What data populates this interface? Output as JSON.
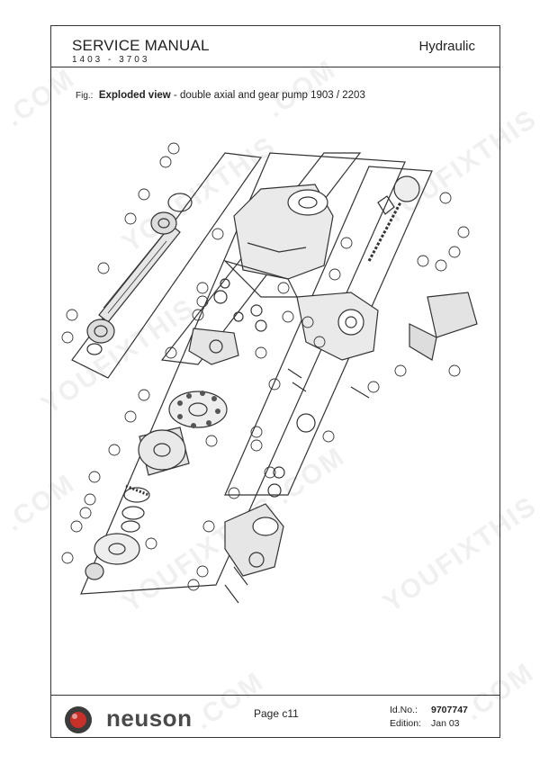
{
  "header": {
    "title": "SERVICE MANUAL",
    "subtitle": "1403 - 3703",
    "section": "Hydraulic"
  },
  "figure": {
    "prefix": "Fig.:",
    "title": "Exploded view",
    "caption": " - double axial and gear pump 1903 / 2203"
  },
  "footer": {
    "brand": "neuson",
    "page": "Page c11",
    "id_label": "Id.No.:",
    "id_value": "9707747",
    "edition_label": "Edition:",
    "edition_value": "Jan 03"
  },
  "watermark": {
    "text_a": "YOUFIXTHIS",
    "text_b": ".COM"
  }
}
